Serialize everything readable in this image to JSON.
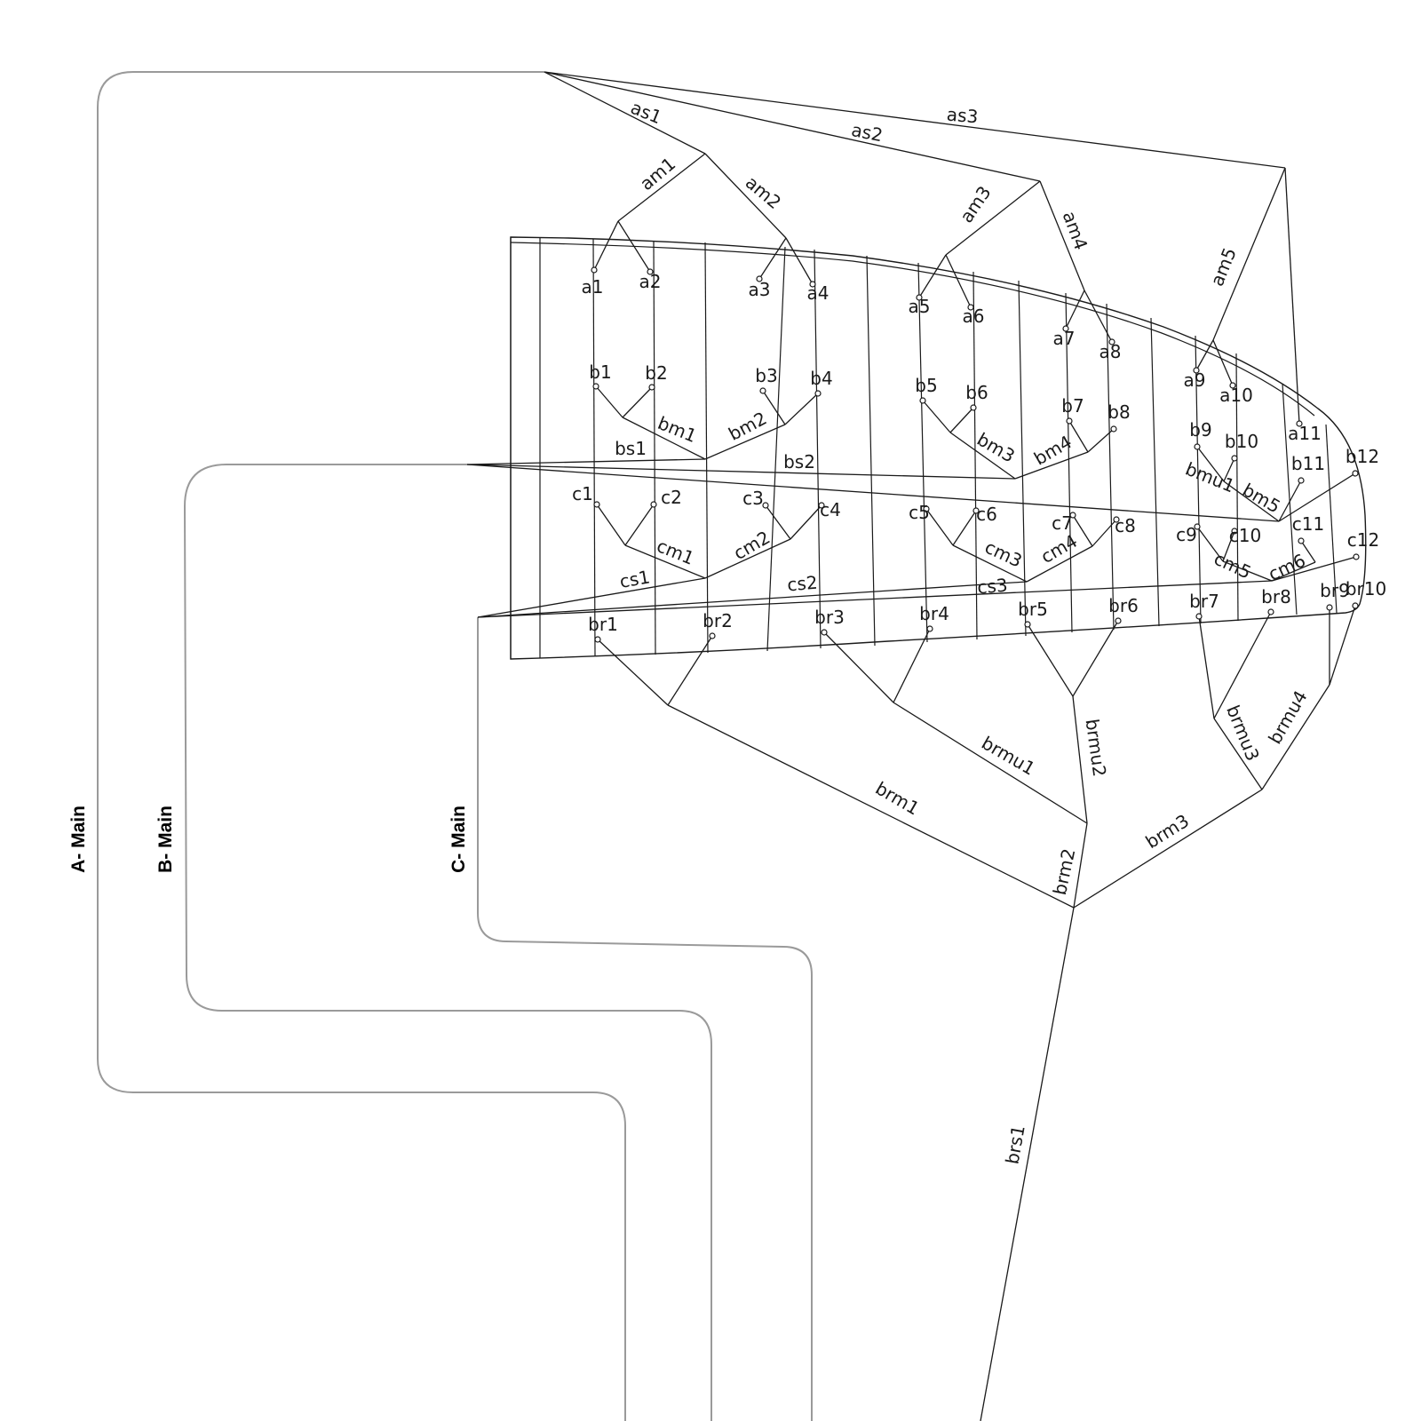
{
  "main_lines": [
    {
      "id": "A",
      "label": "A- Main"
    },
    {
      "id": "B",
      "label": "B- Main"
    },
    {
      "id": "C",
      "label": "C- Main"
    }
  ],
  "attachment_points": {
    "a": [
      "a1",
      "a2",
      "a3",
      "a4",
      "a5",
      "a6",
      "a7",
      "a8",
      "a9",
      "a10",
      "a11"
    ],
    "b": [
      "b1",
      "b2",
      "b3",
      "b4",
      "b5",
      "b6",
      "b7",
      "b8",
      "b9",
      "b10",
      "b11",
      "b12"
    ],
    "c": [
      "c1",
      "c2",
      "c3",
      "c4",
      "c5",
      "c6",
      "c7",
      "c8",
      "c9",
      "c10",
      "c11",
      "c12"
    ],
    "br": [
      "br1",
      "br2",
      "br3",
      "br4",
      "br5",
      "br6",
      "br7",
      "br8",
      "br9",
      "br10"
    ]
  },
  "line_labels": {
    "a": [
      "as1",
      "as2",
      "as3",
      "am1",
      "am2",
      "am3",
      "am4",
      "am5"
    ],
    "b": [
      "bs1",
      "bs2",
      "bm1",
      "bm2",
      "bm3",
      "bm4",
      "bm5",
      "bmu1"
    ],
    "c": [
      "cs1",
      "cs2",
      "cs3",
      "cm1",
      "cm2",
      "cm3",
      "cm4",
      "cm5",
      "cm6"
    ],
    "br": [
      "brs1",
      "brm1",
      "brm2",
      "brm3",
      "brmu1",
      "brmu2",
      "brmu3",
      "brmu4"
    ]
  }
}
